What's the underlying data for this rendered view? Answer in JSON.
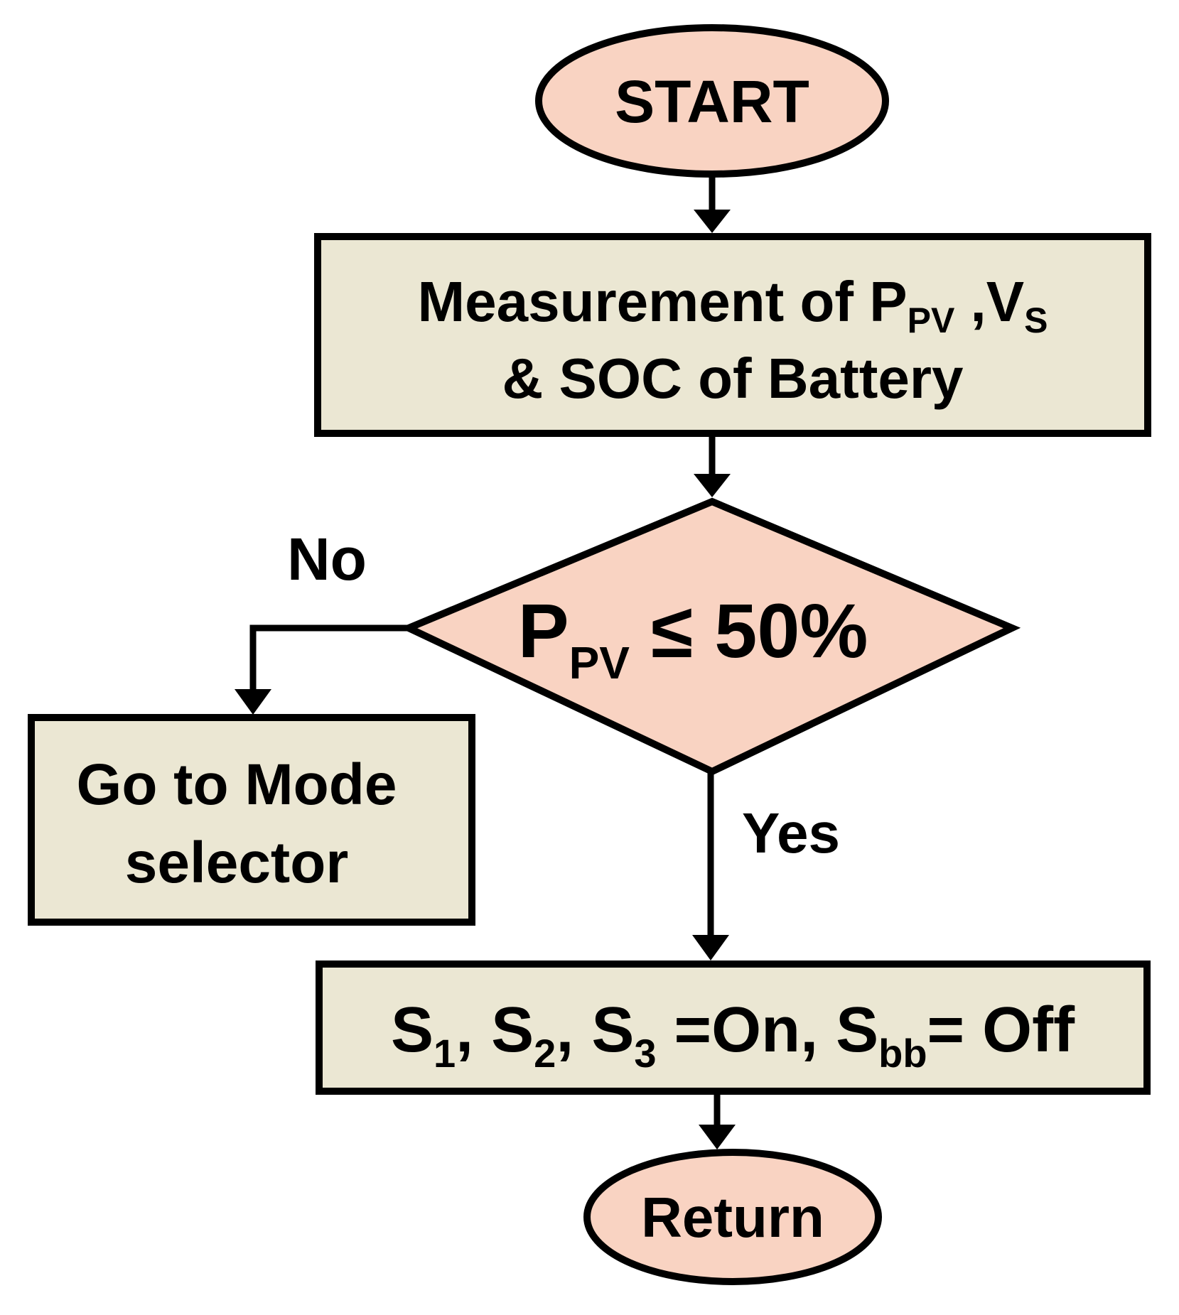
{
  "colors": {
    "terminal_fill": "#f9d3c2",
    "process_fill": "#ebe7d3",
    "decision_fill": "#f9d3c2",
    "outline": "#000000"
  },
  "start": {
    "label": "START"
  },
  "measure": {
    "line1_prefix": "Measurement of P",
    "line1_sub1": "PV",
    "line1_mid": " ,V",
    "line1_sub2": "S",
    "line2": "& SOC of Battery"
  },
  "decision": {
    "var": "P",
    "var_sub": "PV",
    "rest": " ≤ 50%"
  },
  "no_label": "No",
  "yes_label": "Yes",
  "mode_selector": {
    "line1": "Go to Mode",
    "line2": "selector"
  },
  "switches": {
    "s1": "S",
    "s1_sub": "1",
    "sep1": ", ",
    "s2": "S",
    "s2_sub": "2",
    "sep2": ", ",
    "s3": "S",
    "s3_sub": "3",
    "on_text": " =On, ",
    "sbb": "S",
    "sbb_sub": "bb",
    "off_text": "= Off"
  },
  "return": {
    "label": "Return"
  }
}
